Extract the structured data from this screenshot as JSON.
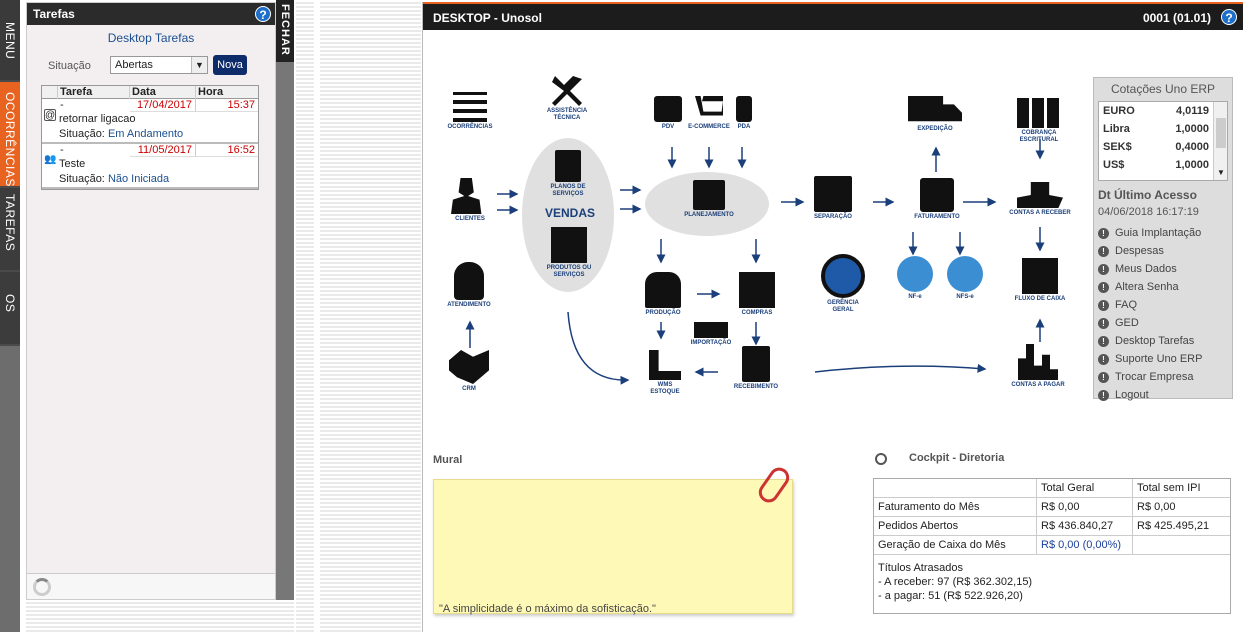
{
  "left_tabs": [
    "MENU",
    "OCORRÊNCIAS",
    "TAREFAS",
    "OS"
  ],
  "tarefas": {
    "title": "Tarefas",
    "subtitle": "Desktop Tarefas",
    "filter_label": "Situação",
    "filter_value": "Abertas",
    "new_button": "Nova",
    "headers": [
      "Tarefa",
      "Data",
      "Hora"
    ],
    "items": [
      {
        "tarefa": "-",
        "data": "17/04/2017",
        "hora": "15:37",
        "desc": "retornar ligacao",
        "situacao_label": "Situação:",
        "situacao": "Em Andamento",
        "icon": "at-icon"
      },
      {
        "tarefa": "-",
        "data": "11/05/2017",
        "hora": "16:52",
        "desc": "Teste",
        "situacao_label": "Situação:",
        "situacao": "Não Iniciada",
        "icon": "people-icon"
      }
    ]
  },
  "fechar": "FECHAR",
  "desktop": {
    "title": "DESKTOP - Unosol",
    "code": "0001 (01.01)",
    "help": "?"
  },
  "diagram": {
    "nodes": {
      "ocorrencias": "OCORRÊNCIAS",
      "assistencia": "ASSISTÊNCIA TÉCNICA",
      "pdv": "PDV",
      "ecommerce": "E-COMMERCE",
      "pda": "PDA",
      "expedicao": "EXPEDIÇÃO",
      "cobranca": "COBRANÇA ESCRITURAL",
      "clientes": "CLIENTES",
      "planos": "PLANOS DE SERVIÇOS",
      "vendas": "VENDAS",
      "produtos": "PRODUTOS OU SERVIÇOS",
      "planejamento": "PLANEJAMENTO",
      "separacao": "SEPARAÇÃO",
      "faturamento": "FATURAMENTO",
      "contas_receber": "CONTAS A RECEBER",
      "atendimento": "ATENDIMENTO",
      "producao": "PRODUÇÃO",
      "compras": "COMPRAS",
      "gerencia": "GERÊNCIA GERAL",
      "nfe": "NF-e",
      "nfse": "NFS-e",
      "fluxo": "FLUXO DE CAIXA",
      "importacao": "IMPORTAÇÃO",
      "crm": "CRM",
      "wms": "WMS ESTOQUE",
      "recebimento": "RECEBIMENTO",
      "contas_pagar": "CONTAS A PAGAR"
    }
  },
  "cotacoes": {
    "title": "Cotações Uno ERP",
    "rows": [
      {
        "name": "EURO",
        "value": "4,0119"
      },
      {
        "name": "Libra",
        "value": "1,0000"
      },
      {
        "name": "SEK$",
        "value": "0,4000"
      },
      {
        "name": "US$",
        "value": "1,0000"
      }
    ],
    "ultimo_title": "Dt Último Acesso",
    "ultimo_value": "04/06/2018 16:17:19",
    "links": [
      "Guia Implantação",
      "Despesas",
      "Meus Dados",
      "Altera Senha",
      "FAQ",
      "GED",
      "Desktop Tarefas",
      "Suporte Uno ERP",
      "Trocar Empresa",
      "Logout"
    ]
  },
  "mural": {
    "title": "Mural",
    "quote": "\"A simplicidade é o máximo da sofisticação.\""
  },
  "cockpit": {
    "title": "Cockpit - Diretoria",
    "headers": [
      "",
      "Total Geral",
      "Total sem IPI"
    ],
    "rows": [
      {
        "label": "Faturamento do Mês",
        "geral": "R$ 0,00",
        "sem_ipi": "R$ 0,00"
      },
      {
        "label": "Pedidos Abertos",
        "geral": "R$ 436.840,27",
        "sem_ipi": "R$ 425.495,21"
      },
      {
        "label": "Geração de Caixa do Mês",
        "geral": "R$ 0,00 (0,00%)",
        "sem_ipi": ""
      }
    ],
    "titulos_title": "Títulos Atrasados",
    "titulos_receber": "- A receber: 97 (R$ 362.302,15)",
    "titulos_pagar": "- a pagar: 51 (R$ 522.926,20)"
  }
}
